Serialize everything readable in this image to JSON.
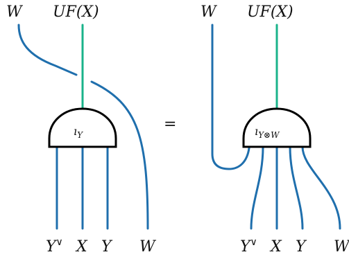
{
  "colors": {
    "blue_wire": "#1f6fad",
    "green_wire": "#1ab38a",
    "box_stroke": "#000000"
  },
  "left": {
    "top_labels": {
      "w": "W",
      "uf_base": "UF",
      "uf_arg": "(X)"
    },
    "box": {
      "symbol": "ı",
      "subscript": "Y"
    },
    "bottom_labels": {
      "y_dual": "Y",
      "dual_mark": "∨",
      "x": "X",
      "y": "Y",
      "w": "W"
    }
  },
  "equals": "=",
  "right": {
    "top_labels": {
      "w": "W",
      "uf_base": "UF",
      "uf_arg": "(X)"
    },
    "box": {
      "symbol": "ı",
      "subscript": "Y⊗W"
    },
    "bottom_labels": {
      "y_dual": "Y",
      "dual_mark": "∨",
      "x": "X",
      "y": "Y",
      "w": "W"
    }
  }
}
